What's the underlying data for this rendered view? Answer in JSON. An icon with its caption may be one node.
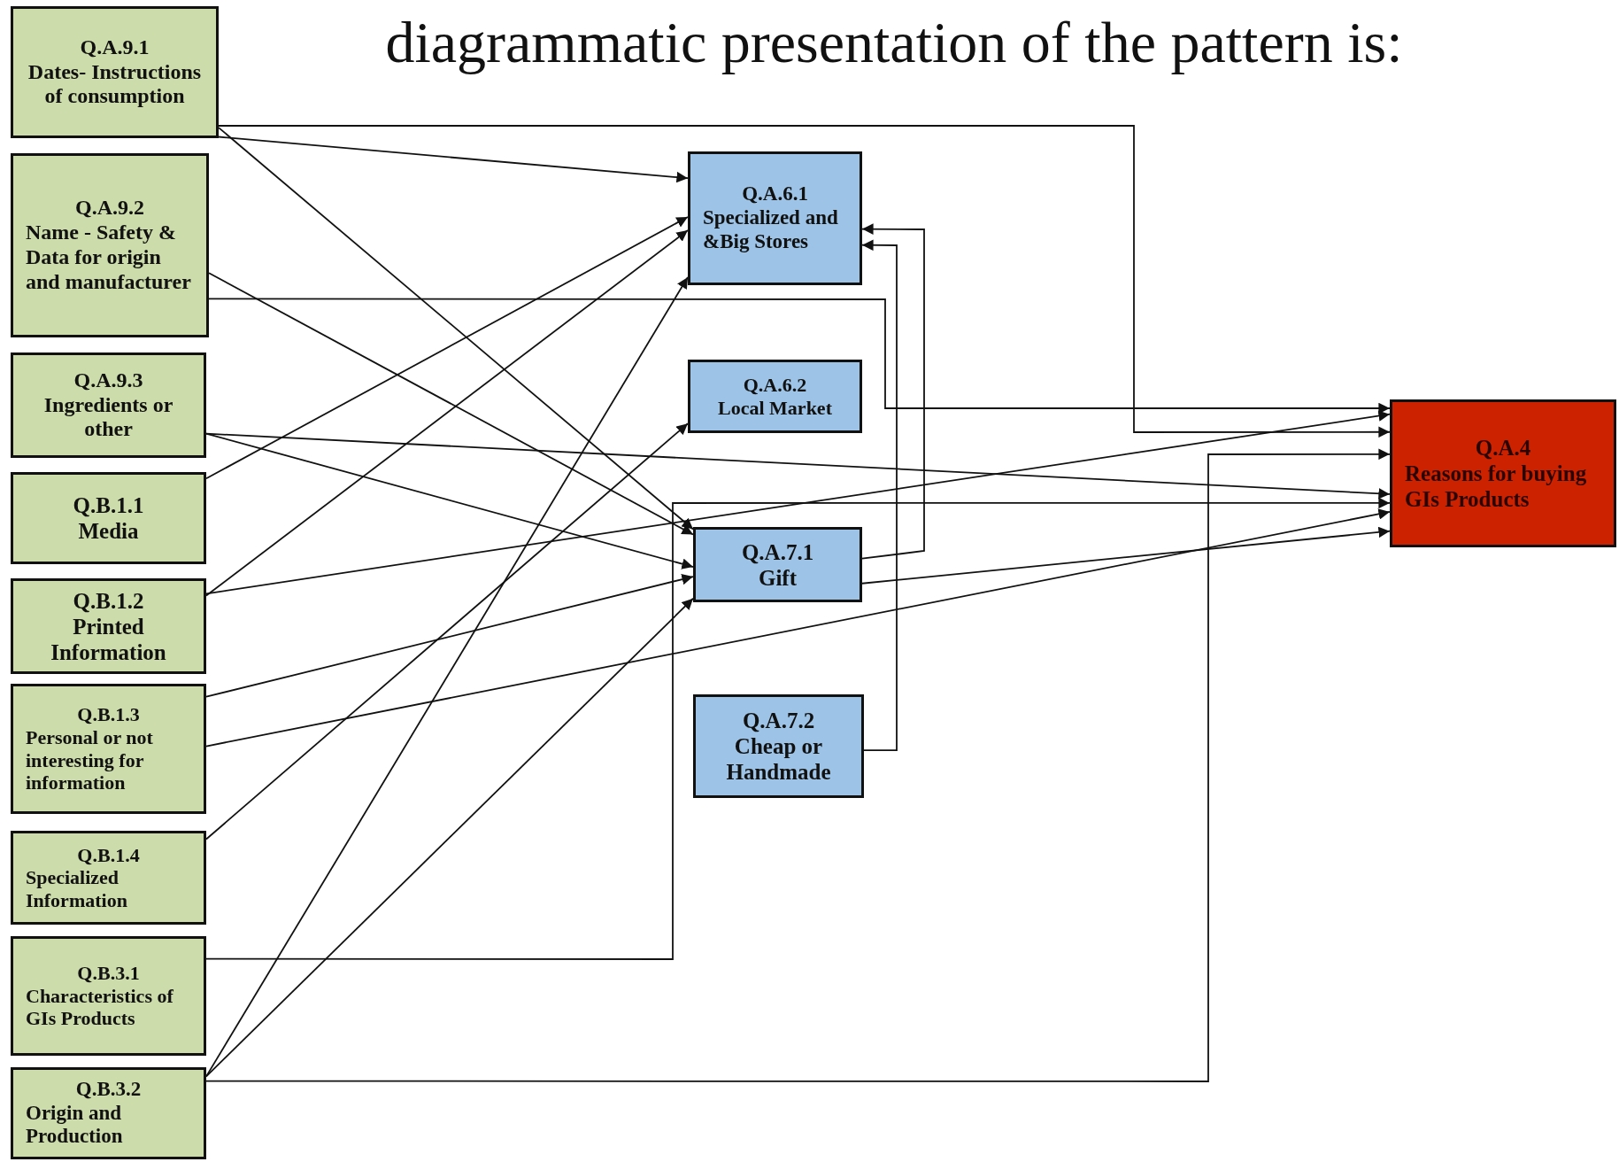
{
  "diagram": {
    "title": "diagrammatic presentation of the pattern is:",
    "nodes": [
      {
        "text": [
          "Q.A.9.1",
          "Dates- Instructions of consumption"
        ]
      },
      {
        "text": [
          "Q.A.9.2",
          "Name - Safety & Data for origin and manufacturer"
        ]
      },
      {
        "text": [
          "Q.A.9.3",
          "Ingredients or other"
        ]
      },
      {
        "text": [
          "Q.B.1.1",
          "Media"
        ]
      },
      {
        "text": [
          "Q.B.1.2",
          "Printed Information"
        ]
      },
      {
        "text": [
          "Q.B.1.3",
          "Personal or not interesting for information"
        ]
      },
      {
        "text": [
          "Q.B.1.4",
          "Specialized Information"
        ]
      },
      {
        "text": [
          "Q.B.3.1",
          "Characteristics of GIs Products"
        ]
      },
      {
        "text": [
          "Q.B.3.2",
          "Origin and Production"
        ]
      },
      {
        "text": [
          "Q.A.6.1",
          "Specialized and &Big Stores"
        ]
      },
      {
        "text": [
          "Q.A.6.2",
          "Local Market"
        ]
      },
      {
        "text": [
          "Q.A.7.1",
          "Gift"
        ]
      },
      {
        "text": [
          "Q.A.7.2",
          "Cheap or Handmade"
        ]
      },
      {
        "text": [
          "Q.A.4",
          "Reasons for buying GIs Products"
        ]
      }
    ],
    "edges": [
      {
        "from": 0,
        "to": 9,
        "arrow": "to"
      },
      {
        "from": 0,
        "to": 11,
        "arrow": "to"
      },
      {
        "from": 0,
        "to": 13,
        "arrow": "to"
      },
      {
        "from": 1,
        "to": 11,
        "arrow": "to"
      },
      {
        "from": 1,
        "to": 13,
        "arrow": "to"
      },
      {
        "from": 2,
        "to": 11,
        "arrow": "to"
      },
      {
        "from": 2,
        "to": 13,
        "arrow": "to"
      },
      {
        "from": 3,
        "to": 9,
        "arrow": "to"
      },
      {
        "from": 4,
        "to": 9,
        "arrow": "to"
      },
      {
        "from": 4,
        "to": 13,
        "arrow": "to"
      },
      {
        "from": 5,
        "to": 11,
        "arrow": "to"
      },
      {
        "from": 5,
        "to": 13,
        "arrow": "to"
      },
      {
        "from": 6,
        "to": 10,
        "arrow": "to"
      },
      {
        "from": 7,
        "to": 13,
        "arrow": "to"
      },
      {
        "from": 8,
        "to": 9,
        "arrow": "to"
      },
      {
        "from": 8,
        "to": 11,
        "arrow": "to"
      },
      {
        "from": 8,
        "to": 13,
        "arrow": "to"
      },
      {
        "from": 11,
        "to": 13,
        "arrow": "to"
      },
      {
        "from": 11,
        "to": 9,
        "arrow": "to"
      },
      {
        "from": 12,
        "to": 9,
        "arrow": "to"
      }
    ]
  }
}
